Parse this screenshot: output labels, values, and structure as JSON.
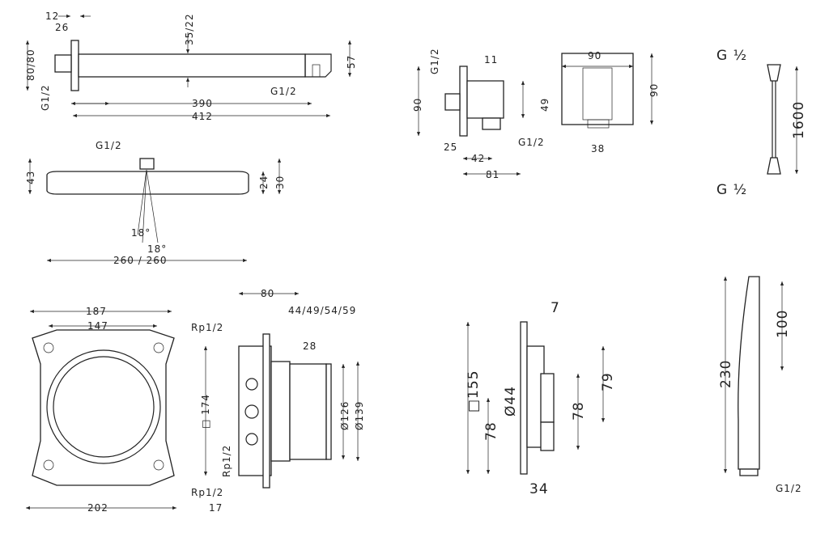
{
  "shower_arm": {
    "d12": "12",
    "d26": "26",
    "d35_22": "35/22",
    "d80_80": "80/80",
    "g_left": "G1/2",
    "d57": "57",
    "g_right": "G1/2",
    "d390": "390",
    "d412": "412"
  },
  "overhead": {
    "g": "G1/2",
    "d43": "43",
    "d24": "24",
    "d30": "30",
    "a1": "18°",
    "a2": "18°",
    "width": "260 / 260"
  },
  "elbow": {
    "g_side": "G1/2",
    "d11": "11",
    "d90": "90",
    "d49": "49",
    "d25": "25",
    "d42": "42",
    "g_out": "G1/2",
    "d81": "81",
    "front_w": "90",
    "front_h": "90",
    "d38": "38"
  },
  "hose": {
    "g_top": "G ½",
    "length": "1600",
    "g_bottom": "G ½"
  },
  "frame": {
    "d187": "187",
    "d147": "147",
    "d202": "202"
  },
  "ibox": {
    "d80": "80",
    "rp_top": "Rp1/2",
    "depths": "44/49/54/59",
    "d28": "28",
    "sq174": "□ 174",
    "rp_mid": "Rp1/2",
    "d126": "Ø126",
    "d139": "Ø139",
    "rp_bot": "Rp1/2",
    "d17": "17"
  },
  "trim": {
    "d7": "7",
    "sq155": "□155",
    "d44": "Ø44",
    "d78a": "78",
    "d79": "79",
    "d78b": "78",
    "d34": "34"
  },
  "hand_shower": {
    "d100": "100",
    "d230": "230",
    "g": "G1/2"
  }
}
